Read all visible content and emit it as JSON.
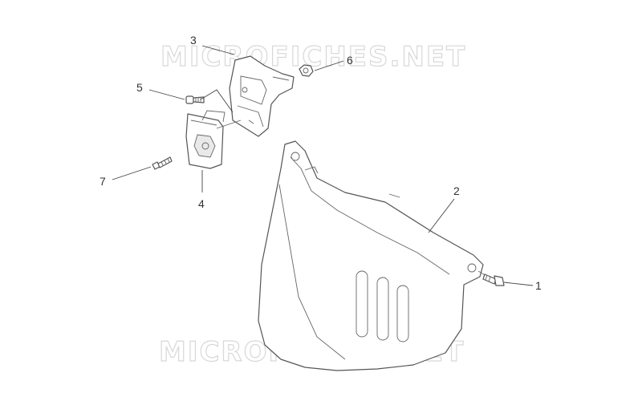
{
  "watermark": {
    "top": "MICROFICHES.NET",
    "bottom": "MICROFICHES.NET"
  },
  "callouts": {
    "c1": "1",
    "c2": "2",
    "c3": "3",
    "c4": "4",
    "c5": "5",
    "c6": "6",
    "c7": "7"
  }
}
